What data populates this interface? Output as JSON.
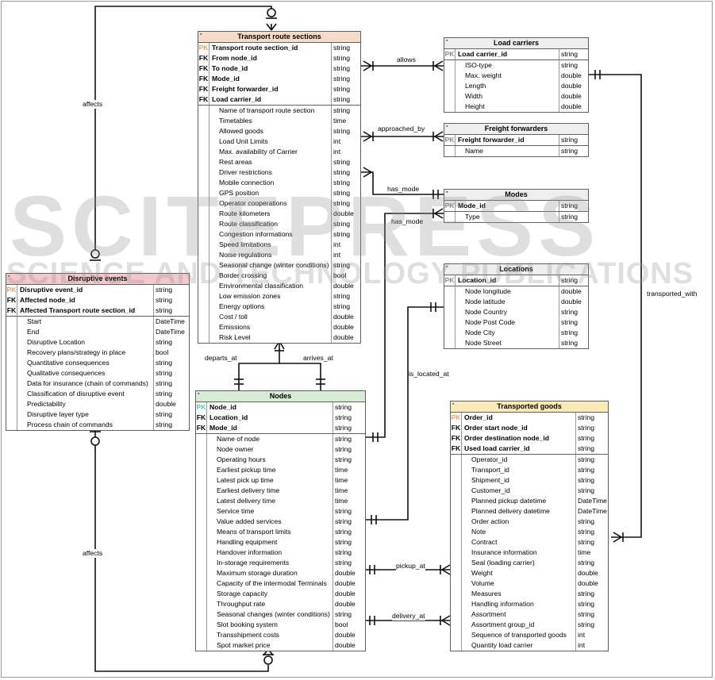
{
  "colors": {
    "pk_orange": "#e8a060",
    "pk_green": "#4fd18f",
    "pk_gray": "#888888",
    "head_orange": "#f6dcc6",
    "head_gray": "#eeeeee",
    "head_red": "#f4c7cb",
    "head_green": "#d6ecd4",
    "head_yellow": "#fbeab6",
    "line": "#111111"
  },
  "watermark": {
    "line1": "SCITEPRESS",
    "line2": "SCIENCE AND TECHNOLOGY PUBLICATIONS"
  },
  "relationships": {
    "allows": "allows",
    "approached_by": "approached_by",
    "has_mode_1": "has_mode",
    "has_mode_2": "has_mode",
    "departs_at": "departs_at",
    "arrives_at": "arrives_at",
    "is_located_at": "is_located_at",
    "transported_with": "transported_with",
    "pickup_at": "pickup_at",
    "delivery_at": "delivery_at",
    "affects_top": "affects",
    "affects_bottom": "affects"
  },
  "entities": {
    "trs": {
      "title": "Transport route sections",
      "rows": [
        {
          "key": "PK",
          "name": "Transport route section_id",
          "type": "string"
        },
        {
          "key": "FK",
          "name": "From node_id",
          "type": "string"
        },
        {
          "key": "FK",
          "name": "To node_id",
          "type": "string"
        },
        {
          "key": "FK",
          "name": "Mode_id",
          "type": "string"
        },
        {
          "key": "FK",
          "name": "Freight forwarder_id",
          "type": "string"
        },
        {
          "key": "FK",
          "name": "Load carrier_id",
          "type": "string"
        },
        {
          "key": "",
          "name": "Name of transport route section",
          "type": "string"
        },
        {
          "key": "",
          "name": "Timetables",
          "type": "time"
        },
        {
          "key": "",
          "name": "Allowed goods",
          "type": "string"
        },
        {
          "key": "",
          "name": "Load Unit Limits",
          "type": "int"
        },
        {
          "key": "",
          "name": "Max. availability of Carrier",
          "type": "int"
        },
        {
          "key": "",
          "name": "Rest areas",
          "type": "string"
        },
        {
          "key": "",
          "name": "Driver restrictions",
          "type": "string"
        },
        {
          "key": "",
          "name": "Mobile connection",
          "type": "string"
        },
        {
          "key": "",
          "name": "GPS position",
          "type": "string"
        },
        {
          "key": "",
          "name": "Operator cooperations",
          "type": "string"
        },
        {
          "key": "",
          "name": "Route kilometers",
          "type": "double"
        },
        {
          "key": "",
          "name": "Route classification",
          "type": "string"
        },
        {
          "key": "",
          "name": "Congestion informations",
          "type": "string"
        },
        {
          "key": "",
          "name": "Speed limitations",
          "type": "int"
        },
        {
          "key": "",
          "name": "Noise regulations",
          "type": "int"
        },
        {
          "key": "",
          "name": "Seasonal change (winter conditions)",
          "type": "string"
        },
        {
          "key": "",
          "name": "Border crossing",
          "type": "bool"
        },
        {
          "key": "",
          "name": "Environmental classification",
          "type": "double"
        },
        {
          "key": "",
          "name": "Low emission zones",
          "type": "string"
        },
        {
          "key": "",
          "name": "Energy options",
          "type": "string"
        },
        {
          "key": "",
          "name": "Cost / toll",
          "type": "double"
        },
        {
          "key": "",
          "name": "Emissions",
          "type": "double"
        },
        {
          "key": "",
          "name": "Risk Level",
          "type": "double"
        }
      ]
    },
    "lc": {
      "title": "Load carriers",
      "rows": [
        {
          "key": "PK",
          "name": "Load carrier_id",
          "type": "string"
        },
        {
          "key": "",
          "name": "ISO-type",
          "type": "string"
        },
        {
          "key": "",
          "name": "Max. weight",
          "type": "double"
        },
        {
          "key": "",
          "name": "Length",
          "type": "double"
        },
        {
          "key": "",
          "name": "Width",
          "type": "double"
        },
        {
          "key": "",
          "name": "Height",
          "type": "double"
        }
      ]
    },
    "ff": {
      "title": "Freight forwarders",
      "rows": [
        {
          "key": "PK",
          "name": "Freight forwarder_id",
          "type": "string"
        },
        {
          "key": "",
          "name": "Name",
          "type": "string"
        }
      ]
    },
    "modes": {
      "title": "Modes",
      "rows": [
        {
          "key": "PK",
          "name": "Mode_id",
          "type": "string"
        },
        {
          "key": "",
          "name": "Type",
          "type": "string"
        }
      ]
    },
    "loc": {
      "title": "Locations",
      "rows": [
        {
          "key": "PK",
          "name": "Location_id",
          "type": "string"
        },
        {
          "key": "",
          "name": "Node longitude",
          "type": "double"
        },
        {
          "key": "",
          "name": "Node latitude",
          "type": "double"
        },
        {
          "key": "",
          "name": "Node Country",
          "type": "string"
        },
        {
          "key": "",
          "name": "Node Post Code",
          "type": "string"
        },
        {
          "key": "",
          "name": "Node City",
          "type": "string"
        },
        {
          "key": "",
          "name": "Node Street",
          "type": "string"
        }
      ]
    },
    "de": {
      "title": "Disruptive events",
      "rows": [
        {
          "key": "PK",
          "name": "Disruptive event_id",
          "type": "string"
        },
        {
          "key": "FK",
          "name": "Affected node_id",
          "type": "string"
        },
        {
          "key": "FK",
          "name": "Affected Transport route section_id",
          "type": "string"
        },
        {
          "key": "",
          "name": "Start",
          "type": "DateTime"
        },
        {
          "key": "",
          "name": "End",
          "type": "DateTime"
        },
        {
          "key": "",
          "name": "Disruptive Location",
          "type": "string"
        },
        {
          "key": "",
          "name": "Recovery plans/strategy in place",
          "type": "bool"
        },
        {
          "key": "",
          "name": "Quantitative consequences",
          "type": "string"
        },
        {
          "key": "",
          "name": "Qualitative consequences",
          "type": "string"
        },
        {
          "key": "",
          "name": "Data for insurance (chain of commands)",
          "type": "string"
        },
        {
          "key": "",
          "name": "Classification of disruptive event",
          "type": "string"
        },
        {
          "key": "",
          "name": "Predictability",
          "type": "double"
        },
        {
          "key": "",
          "name": "Disruptive layer type",
          "type": "string"
        },
        {
          "key": "",
          "name": "Process chain of commands",
          "type": "string"
        }
      ]
    },
    "nodes": {
      "title": "Nodes",
      "rows": [
        {
          "key": "PK",
          "name": "Node_id",
          "type": "string"
        },
        {
          "key": "FK",
          "name": "Location_id",
          "type": "string"
        },
        {
          "key": "FK",
          "name": "Mode_id",
          "type": "string"
        },
        {
          "key": "",
          "name": "Name of node",
          "type": "string"
        },
        {
          "key": "",
          "name": "Node owner",
          "type": "string"
        },
        {
          "key": "",
          "name": "Operating hours",
          "type": "string"
        },
        {
          "key": "",
          "name": "Earliest pickup time",
          "type": "time"
        },
        {
          "key": "",
          "name": "Latest pick up time",
          "type": "time"
        },
        {
          "key": "",
          "name": "Earliest delivery time",
          "type": "time"
        },
        {
          "key": "",
          "name": "Latest delivery time",
          "type": "time"
        },
        {
          "key": "",
          "name": "Service time",
          "type": "string"
        },
        {
          "key": "",
          "name": "Value added services",
          "type": "string"
        },
        {
          "key": "",
          "name": "Means of transport limits",
          "type": "string"
        },
        {
          "key": "",
          "name": "Handling equipment",
          "type": "string"
        },
        {
          "key": "",
          "name": "Handover information",
          "type": "string"
        },
        {
          "key": "",
          "name": "In-storage requirements",
          "type": "string"
        },
        {
          "key": "",
          "name": "Maximum storage duration",
          "type": "double"
        },
        {
          "key": "",
          "name": "Capacity of the intermodal Terminals",
          "type": "double"
        },
        {
          "key": "",
          "name": "Storage capacity",
          "type": "double"
        },
        {
          "key": "",
          "name": "Throughput rate",
          "type": "double"
        },
        {
          "key": "",
          "name": "Seasonal changes (winter conditions)",
          "type": "string"
        },
        {
          "key": "",
          "name": "Slot booking system",
          "type": "bool"
        },
        {
          "key": "",
          "name": "Transshipment costs",
          "type": "double"
        },
        {
          "key": "",
          "name": "Spot market price",
          "type": "double"
        }
      ]
    },
    "tg": {
      "title": "Transported goods",
      "rows": [
        {
          "key": "PK",
          "name": "Order_id",
          "type": "string"
        },
        {
          "key": "FK",
          "name": "Order start node_id",
          "type": "string"
        },
        {
          "key": "FK",
          "name": "Order destination node_id",
          "type": "string"
        },
        {
          "key": "FK",
          "name": "Used load carrier_id",
          "type": "string"
        },
        {
          "key": "",
          "name": "Operator_id",
          "type": "string"
        },
        {
          "key": "",
          "name": "Transport_id",
          "type": "string"
        },
        {
          "key": "",
          "name": "Shipment_id",
          "type": "string"
        },
        {
          "key": "",
          "name": "Customer_id",
          "type": "string"
        },
        {
          "key": "",
          "name": "Planned pickup datetime",
          "type": "DateTime"
        },
        {
          "key": "",
          "name": "Planned delivery datetime",
          "type": "DateTime"
        },
        {
          "key": "",
          "name": "Order action",
          "type": "string"
        },
        {
          "key": "",
          "name": "Note",
          "type": "string"
        },
        {
          "key": "",
          "name": "Contract",
          "type": "string"
        },
        {
          "key": "",
          "name": "Insurance information",
          "type": "time"
        },
        {
          "key": "",
          "name": "Seal (loading carrier)",
          "type": "string"
        },
        {
          "key": "",
          "name": "Weight",
          "type": "double"
        },
        {
          "key": "",
          "name": "Volume",
          "type": "double"
        },
        {
          "key": "",
          "name": "Measures",
          "type": "string"
        },
        {
          "key": "",
          "name": "Handling information",
          "type": "string"
        },
        {
          "key": "",
          "name": "Assortment",
          "type": "string"
        },
        {
          "key": "",
          "name": "Assortment group_id",
          "type": "string"
        },
        {
          "key": "",
          "name": "Sequence of transported goods",
          "type": "int"
        },
        {
          "key": "",
          "name": "Quantity load carrier",
          "type": "int"
        }
      ]
    }
  }
}
